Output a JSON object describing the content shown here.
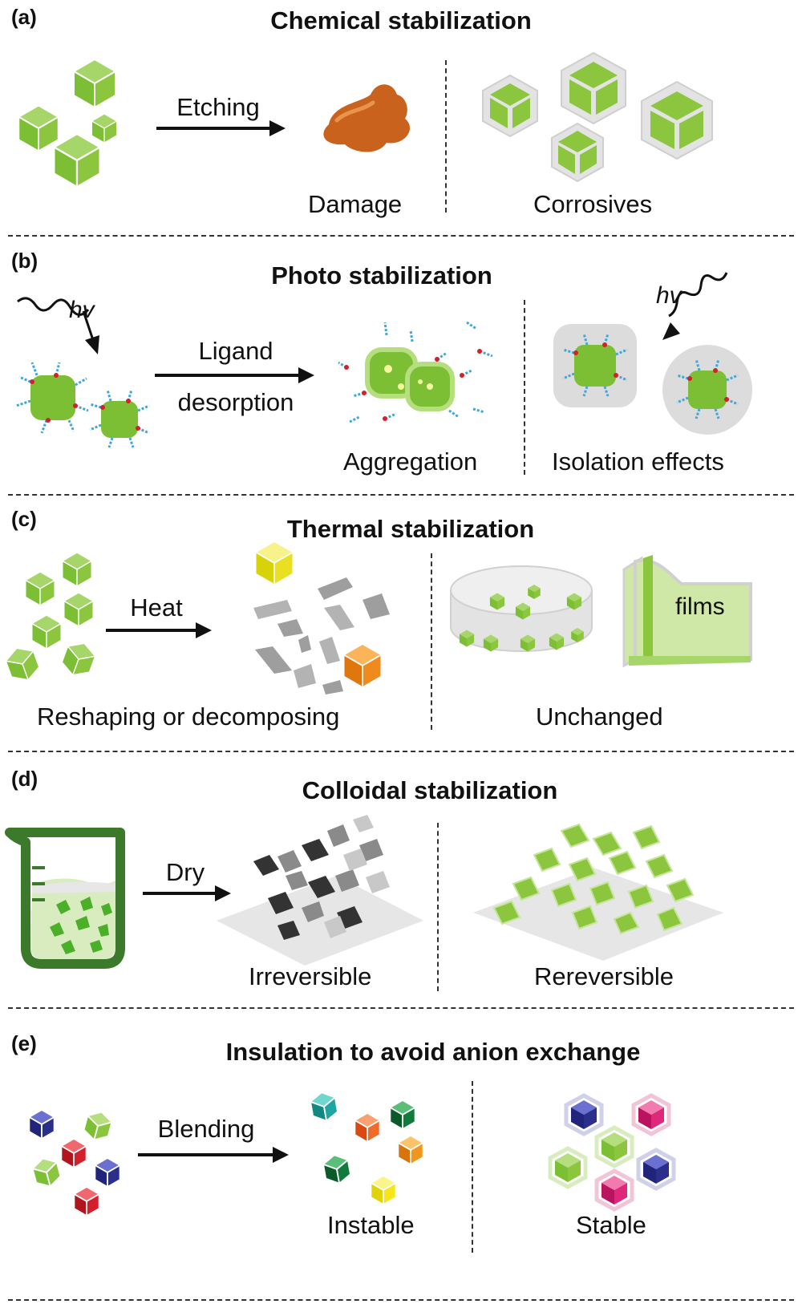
{
  "panels": {
    "a": {
      "letter": "(a)",
      "title": "Chemical stabilization",
      "arrow_label": "Etching",
      "left_caption": "Damage",
      "right_caption": "Corrosives"
    },
    "b": {
      "letter": "(b)",
      "title": "Photo stabilization",
      "light_symbol_left": "hv",
      "light_symbol_right": "hv",
      "arrow_label_top": "Ligand",
      "arrow_label_bottom": "desorption",
      "left_caption": "Aggregation",
      "right_caption": "Isolation effects"
    },
    "c": {
      "letter": "(c)",
      "title": "Thermal stabilization",
      "arrow_label": "Heat",
      "left_caption": "Reshaping or decomposing",
      "film_label": "films",
      "right_caption": "Unchanged"
    },
    "d": {
      "letter": "(d)",
      "title": "Colloidal stabilization",
      "arrow_label": "Dry",
      "left_caption": "Irreversible",
      "right_caption": "Rereversible"
    },
    "e": {
      "letter": "(e)",
      "title": "Insulation to avoid anion exchange",
      "arrow_label": "Blending",
      "left_caption": "Instable",
      "right_caption": "Stable"
    }
  },
  "colors": {
    "green": "#8cc63f",
    "green_dark": "#5a9e2a",
    "orange_blob": "#c8621c",
    "ligand_blue": "#3ea7dc",
    "ligand_red": "#d4202a",
    "shell_gray": "#d9d9d9",
    "navy": "#2b2f8c",
    "red": "#d4202a",
    "pink": "#e0287a",
    "teal": "#1fa6a0",
    "orange": "#f08a1c",
    "yellow": "#f5e61a",
    "dark_green": "#117a3c"
  }
}
